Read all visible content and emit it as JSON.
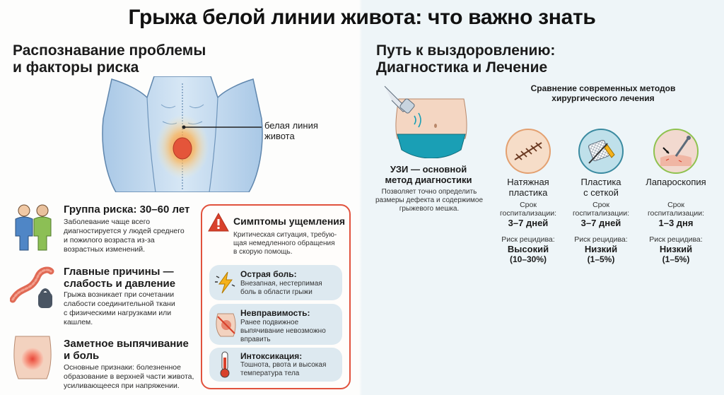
{
  "title": "Грыжа белой линии живота: что важно знать",
  "left": {
    "section_title": "Распознавание проблемы\nи факторы риска",
    "line1": "Распознавание проблемы",
    "line2": "и факторы риска",
    "anatomy_label_1": "белая линия",
    "anatomy_label_2": "живота",
    "items": [
      {
        "title": "Группа риска: 30–60 лет",
        "text": [
          "Заболевание чаще всего",
          "диагностируется у людей среднего",
          "и пожилого возраста из-за",
          "возрастных изменений."
        ],
        "icon": "people-icon"
      },
      {
        "title1": "Главные причины —",
        "title2": "слабость и давление",
        "text": [
          "Грыжа возникает при сочетании",
          "слабости соединительной ткани",
          "с физическими нагрузками или",
          "кашлем."
        ],
        "icon": "muscle-weight-icon"
      },
      {
        "title1": "Заметное выпячивание",
        "title2": "и боль",
        "text": [
          "Основные признаки: болезненное",
          "образование в верхней части живота,",
          "усиливающееся при напряжении."
        ],
        "icon": "bulge-icon"
      }
    ]
  },
  "symptoms": {
    "title": "Симптомы ущемления",
    "intro": [
      "Критическая ситуация, требую-",
      "щая немедленного обращения",
      "в скорую помощь."
    ],
    "cards": [
      {
        "title": "Острая боль:",
        "text": [
          "Внезапная, нестерпимая",
          "боль в области грыжи"
        ],
        "icon": "lightning-icon"
      },
      {
        "title": "Невправимость:",
        "text": [
          "Ранее подвижное",
          "выпячивание невозможно",
          "вправить"
        ],
        "icon": "no-reduction-icon"
      },
      {
        "title": "Интоксикация:",
        "text": [
          "Тошнота, рвота и высокая",
          "температура тела"
        ],
        "icon": "thermometer-icon"
      }
    ]
  },
  "right": {
    "line1": "Путь к выздоровлению:",
    "line2": "Диагностика и Лечение",
    "us_title1": "УЗИ — основной",
    "us_title2": "метод диагностики",
    "us_text": [
      "Позволяет точно определить",
      "размеры дефекта и содержимое",
      "грыжевого мешка."
    ],
    "compare_title1": "Сравнение современных методов",
    "compare_title2": "хирургического лечения",
    "stay_label1": "Срок",
    "stay_label2": "госпитализации:",
    "relapse_label": "Риск рецидива:",
    "methods": [
      {
        "name1": "Натяжная",
        "name2": "пластика",
        "stay": "3–7 дней",
        "risk": "Высокий",
        "risk_pct": "(10–30%)",
        "icon": "sutures-icon"
      },
      {
        "name1": "Пластика",
        "name2": "с сеткой",
        "stay": "3–7 дней",
        "risk": "Низкий",
        "risk_pct": "(1–5%)",
        "icon": "mesh-icon"
      },
      {
        "name1": "Лапароскопия",
        "name2": "",
        "stay": "1–3 дня",
        "risk": "Низкий",
        "risk_pct": "(1–5%)",
        "icon": "laparoscope-icon"
      }
    ]
  },
  "colors": {
    "alert_red": "#d8412b",
    "alert_border": "#e1523d",
    "card_bg": "#dde9f0",
    "swimsuit": "#1a9fb5"
  }
}
